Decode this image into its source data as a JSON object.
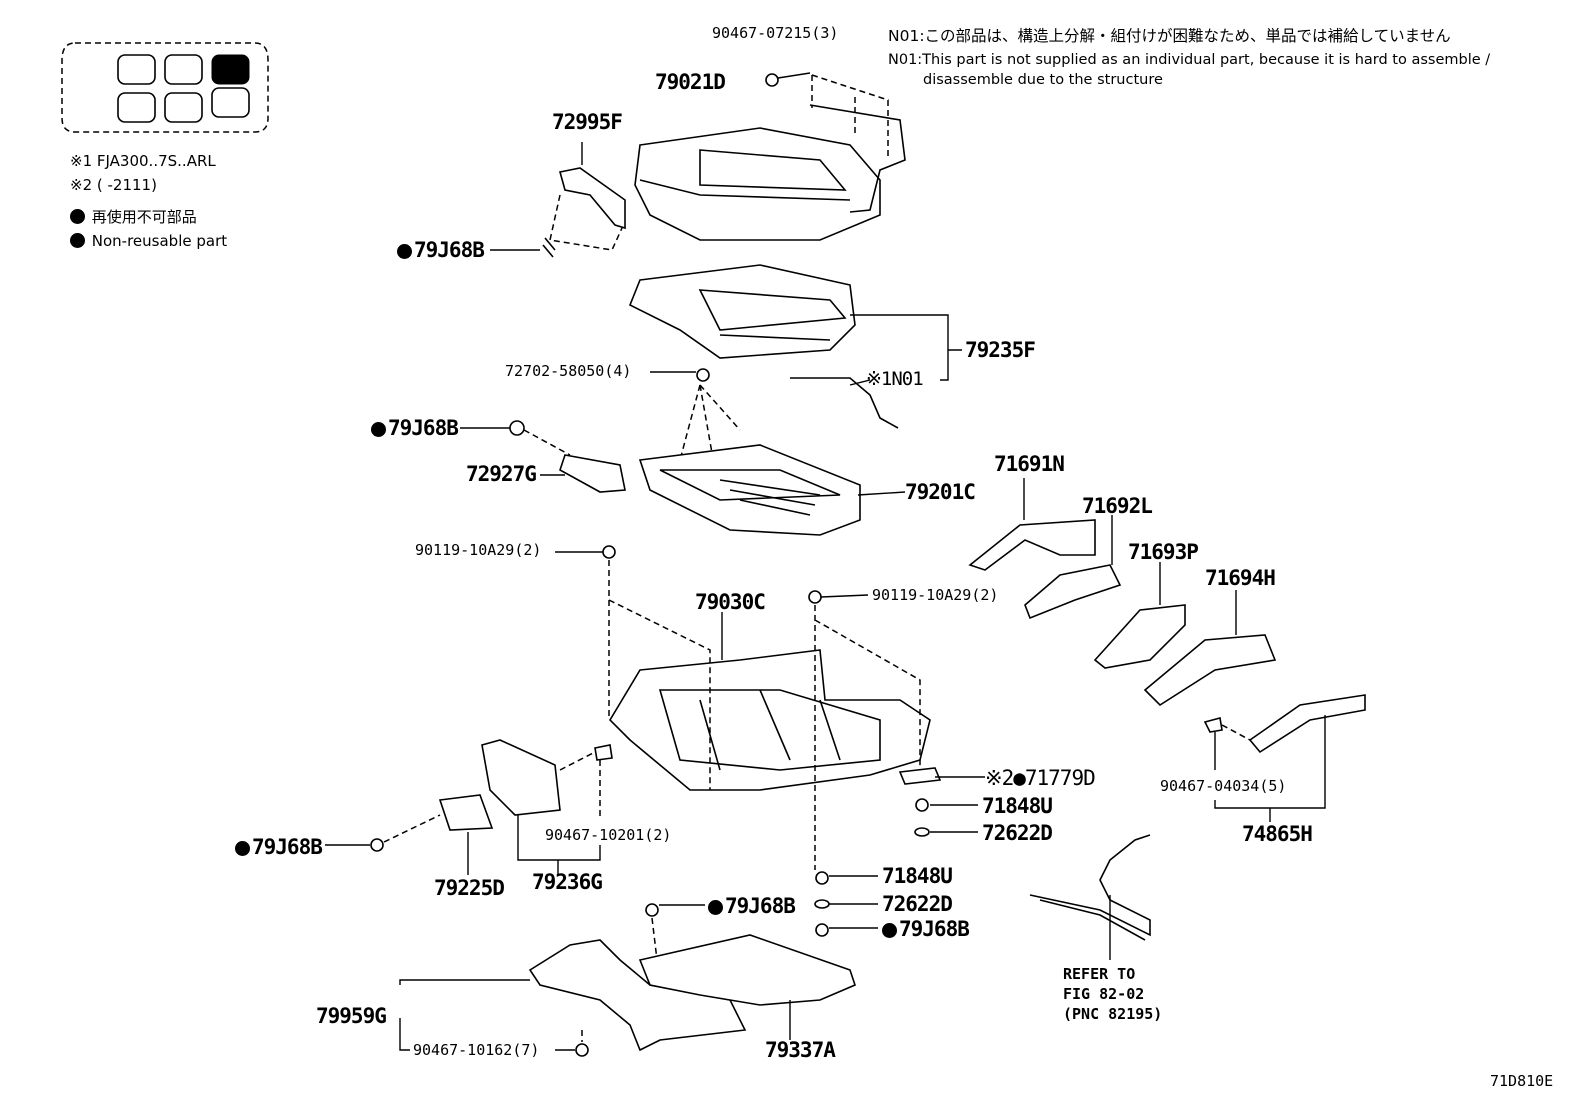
{
  "legend": {
    "ref1": "※1 FJA300..7S..ARL",
    "ref2": "※2 (      -2111)",
    "nonreusable_jp": "再使用不可部品",
    "nonreusable_en": "Non-reusable part"
  },
  "notes": {
    "n01_jp": "N01:この部品は、構造上分解・組付けが困難なため、単品では補給していません",
    "n01_en_1": "N01:This part is not supplied as an individual part, because it is hard to assemble /",
    "n01_en_2": "disassemble due to the structure"
  },
  "parts": {
    "p90467_07215": "90467-07215(3)",
    "p79021D": "79021D",
    "p72995F": "72995F",
    "p79J68B_a": "79J68B",
    "p79235F": "79235F",
    "p72702_58050": "72702-58050(4)",
    "pN01": "※1N01",
    "p79J68B_b": "79J68B",
    "p72927G": "72927G",
    "p79201C": "79201C",
    "p71691N": "71691N",
    "p71692L": "71692L",
    "p71693P": "71693P",
    "p71694H": "71694H",
    "p90119_10A29_a": "90119-10A29(2)",
    "p79030C": "79030C",
    "p90119_10A29_b": "90119-10A29(2)",
    "p71779D": "※2●71779D",
    "p90467_04034": "90467-04034(5)",
    "p71848U_a": "71848U",
    "p72622D_a": "72622D",
    "p74865H": "74865H",
    "p90467_10201": "90467-10201(2)",
    "p79J68B_c": "79J68B",
    "p79225D": "79225D",
    "p79236G": "79236G",
    "p71848U_b": "71848U",
    "p72622D_b": "72622D",
    "p79J68B_d": "79J68B",
    "p79J68B_e": "79J68B",
    "p79959G": "79959G",
    "p90467_10162": "90467-10162(7)",
    "p79337A": "79337A"
  },
  "refer": {
    "line1": "REFER TO",
    "line2": "FIG 82-02",
    "line3": "(PNC 82195)"
  },
  "figure_code": "71D810E"
}
